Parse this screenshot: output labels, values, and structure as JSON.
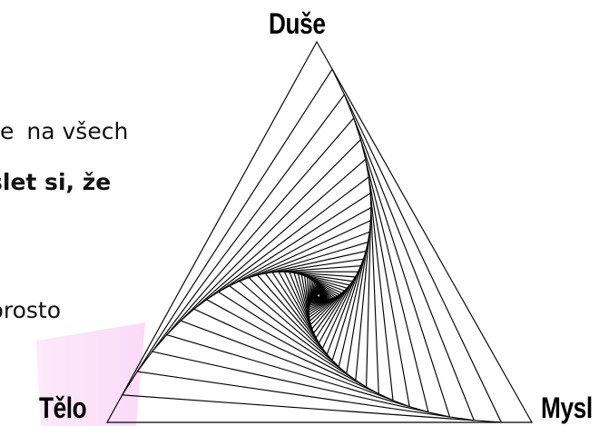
{
  "text_fragments": {
    "line1_part1": "e",
    "line1_part2": "na všech",
    "line2": "slet si, že",
    "line3": "prosto"
  },
  "vertex_labels": {
    "top": "Duše",
    "bottom_left": "Tělo",
    "bottom_right": "Mysl"
  },
  "diagram": {
    "type": "nested rotating triangles",
    "nested_triangle_count": 42,
    "line_color": "#000000",
    "background_color": "#ffffff",
    "accent_stripe_color": "#f7b8f0"
  }
}
